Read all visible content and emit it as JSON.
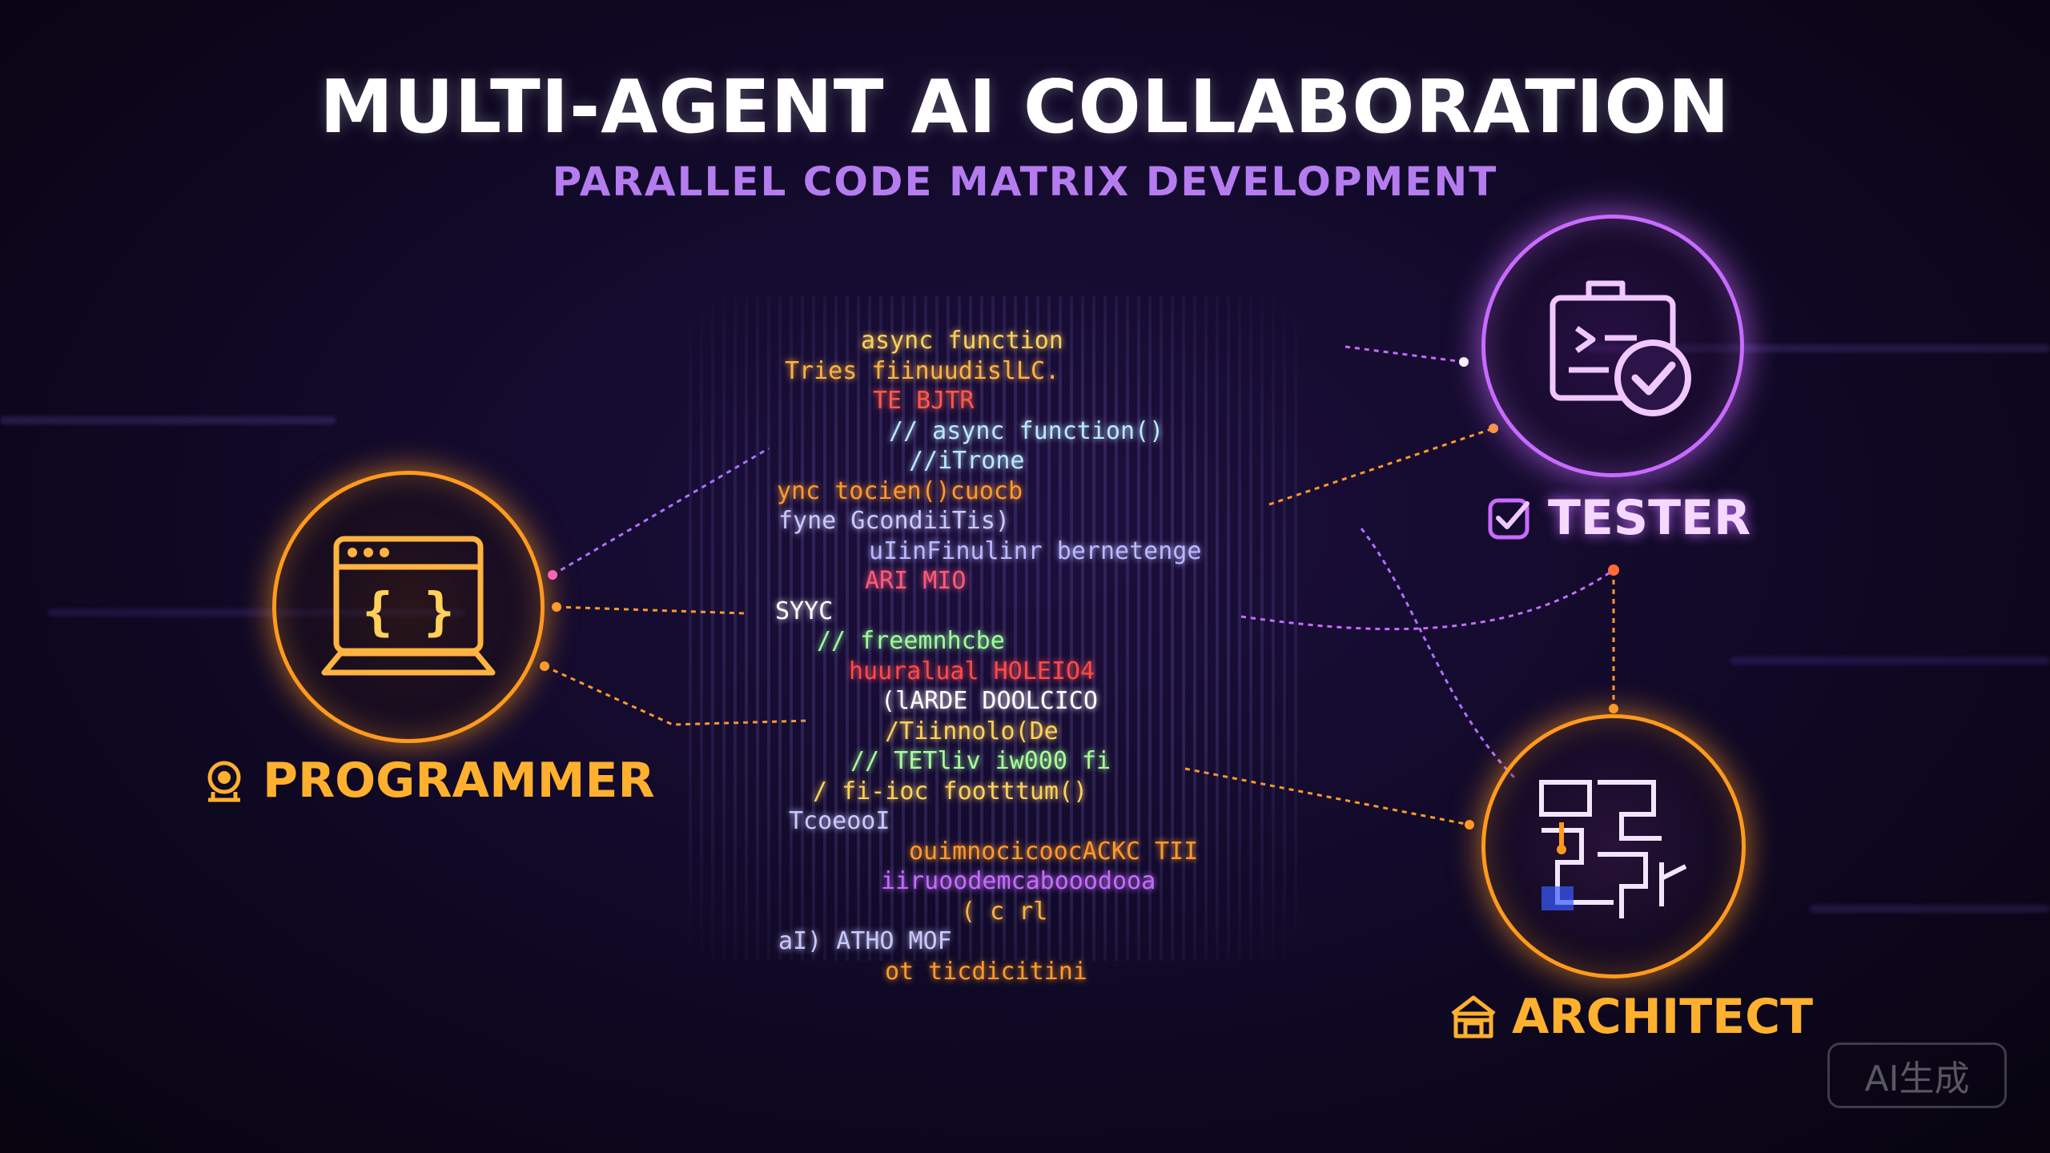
{
  "header": {
    "title": "MULTI-AGENT AI COLLABORATION",
    "subtitle": "PARALLEL CODE MATRIX DEVELOPMENT"
  },
  "agents": {
    "programmer": {
      "label": "PROGRAMMER",
      "icon": "browser-code-icon",
      "label_icon": "robot-icon",
      "color": "#ff9a1f"
    },
    "tester": {
      "label": "TESTER",
      "icon": "clipboard-check-icon",
      "label_icon": "checkbox-icon",
      "color": "#c86bff"
    },
    "architect": {
      "label": "ARCHITECT",
      "icon": "blueprint-icon",
      "label_icon": "building-icon",
      "color": "#ff9a1f"
    }
  },
  "code_lines": [
    {
      "text": "async function",
      "color": "#ffd15a"
    },
    {
      "text": "Tries fiinuudislLC.",
      "color": "#ffb340"
    },
    {
      "text": "TE BJTR",
      "color": "#ff5a4a"
    },
    {
      "text": "// async function()",
      "color": "#b9e8ff"
    },
    {
      "text": "//iTrone",
      "color": "#b9e8ff"
    },
    {
      "text": "ync tocien()cuocb",
      "color": "#ff9a2a"
    },
    {
      "text": "fyne GcondiiTis)",
      "color": "#c9c9ff"
    },
    {
      "text": "uIinFinulinr bernetenge",
      "color": "#b9b9ff"
    },
    {
      "text": "ARI MIO",
      "color": "#ff5a7a"
    },
    {
      "text": "SYYC",
      "color": "#ffffff"
    },
    {
      "text": "// freemnhcbe",
      "color": "#9dff9a"
    },
    {
      "text": "huuralual HOLEIO4",
      "color": "#ff4a4a"
    },
    {
      "text": "(lARDE DOOLCICO",
      "color": "#ffffff"
    },
    {
      "text": "/Tiinnolo(De",
      "color": "#ffd15a"
    },
    {
      "text": "// TETliv iw000 fi",
      "color": "#a8ff9a"
    },
    {
      "text": "/ fi-ioc footttum()",
      "color": "#ffd15a"
    },
    {
      "text": "TcoeooI",
      "color": "#c9c9ff"
    },
    {
      "text": "ouimnocicoocACKC TII",
      "color": "#ff9a2a"
    },
    {
      "text": "iiruoodemcabooodooa",
      "color": "#c86bff"
    },
    {
      "text": "( c rl",
      "color": "#ffb340"
    },
    {
      "text": "aI) ATHO MOF",
      "color": "#c9c9ff"
    },
    {
      "text": "ot ticdicitini",
      "color": "#ff9a2a"
    }
  ],
  "badge": {
    "text": "AI生成"
  }
}
